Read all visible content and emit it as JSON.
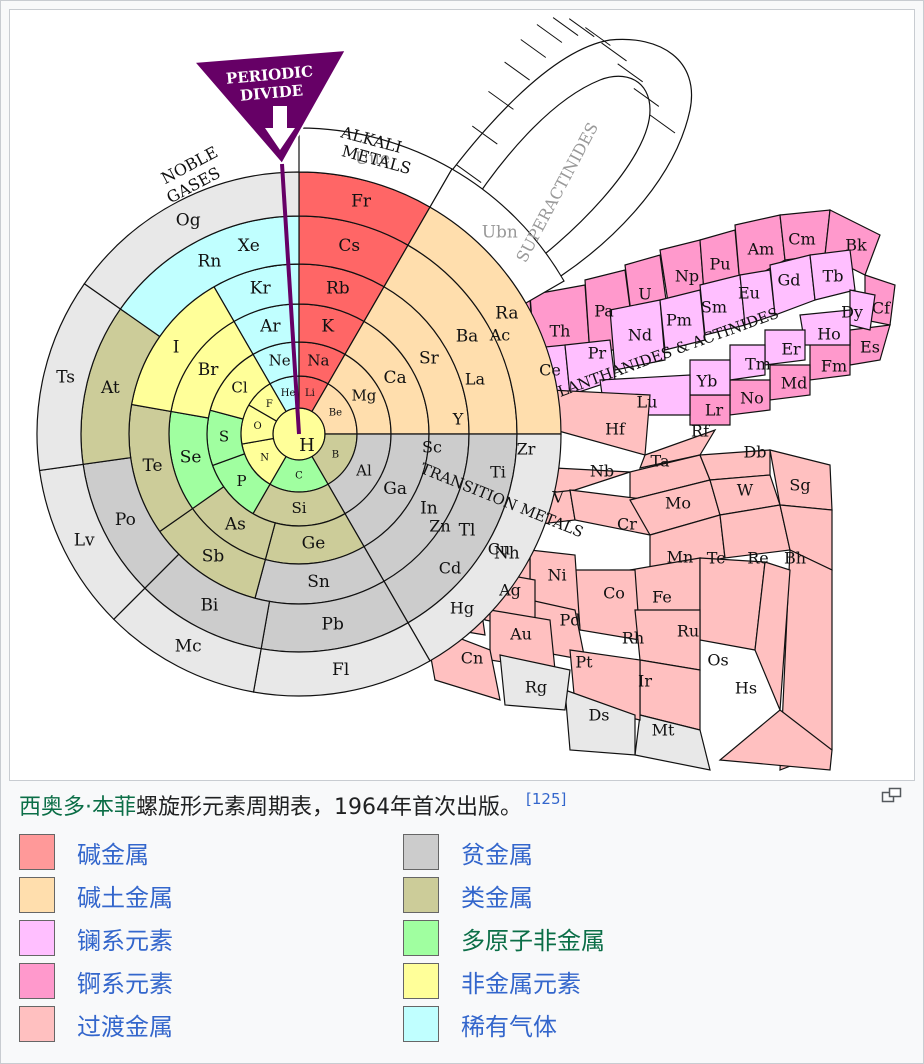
{
  "figure": {
    "labels": {
      "periodic_divide_line1": "PERIODIC",
      "periodic_divide_line2": "DIVIDE",
      "noble_gases_line1": "NOBLE",
      "noble_gases_line2": "GASES",
      "alkali_metals_line1": "ALKALI",
      "alkali_metals_line2": "METALS",
      "superactinides": "SUPERACTINIDES",
      "lanthanides_actinides": "LANTHANIDES & ACTINIDES",
      "transition_metals": "TRANSITION METALS"
    },
    "elements": [
      {
        "symbol": "H",
        "category": "nonmetal"
      },
      {
        "symbol": "He",
        "category": "noble"
      },
      {
        "symbol": "Li",
        "category": "alkali"
      },
      {
        "symbol": "Be",
        "category": "alkaline"
      },
      {
        "symbol": "B",
        "category": "metalloid"
      },
      {
        "symbol": "C",
        "category": "polyatomic"
      },
      {
        "symbol": "N",
        "category": "nonmetal"
      },
      {
        "symbol": "O",
        "category": "nonmetal"
      },
      {
        "symbol": "F",
        "category": "nonmetal"
      },
      {
        "symbol": "Ne",
        "category": "noble"
      },
      {
        "symbol": "Na",
        "category": "alkali"
      },
      {
        "symbol": "Mg",
        "category": "alkaline"
      },
      {
        "symbol": "Al",
        "category": "post"
      },
      {
        "symbol": "Si",
        "category": "metalloid"
      },
      {
        "symbol": "P",
        "category": "polyatomic"
      },
      {
        "symbol": "S",
        "category": "polyatomic"
      },
      {
        "symbol": "Cl",
        "category": "nonmetal"
      },
      {
        "symbol": "Ar",
        "category": "noble"
      },
      {
        "symbol": "K",
        "category": "alkali"
      },
      {
        "symbol": "Ca",
        "category": "alkaline"
      },
      {
        "symbol": "Ga",
        "category": "post"
      },
      {
        "symbol": "Ge",
        "category": "metalloid"
      },
      {
        "symbol": "As",
        "category": "metalloid"
      },
      {
        "symbol": "Se",
        "category": "polyatomic"
      },
      {
        "symbol": "Br",
        "category": "nonmetal"
      },
      {
        "symbol": "Kr",
        "category": "noble"
      },
      {
        "symbol": "Rb",
        "category": "alkali"
      },
      {
        "symbol": "Sr",
        "category": "alkaline"
      },
      {
        "symbol": "In",
        "category": "post"
      },
      {
        "symbol": "Sn",
        "category": "post"
      },
      {
        "symbol": "Sb",
        "category": "metalloid"
      },
      {
        "symbol": "Te",
        "category": "metalloid"
      },
      {
        "symbol": "I",
        "category": "nonmetal"
      },
      {
        "symbol": "Xe",
        "category": "noble"
      },
      {
        "symbol": "Cs",
        "category": "alkali"
      },
      {
        "symbol": "Ba",
        "category": "alkaline"
      },
      {
        "symbol": "Tl",
        "category": "post"
      },
      {
        "symbol": "Pb",
        "category": "post"
      },
      {
        "symbol": "Bi",
        "category": "post"
      },
      {
        "symbol": "Po",
        "category": "post"
      },
      {
        "symbol": "At",
        "category": "metalloid"
      },
      {
        "symbol": "Rn",
        "category": "noble"
      },
      {
        "symbol": "Fr",
        "category": "alkali"
      },
      {
        "symbol": "Ra",
        "category": "alkaline"
      },
      {
        "symbol": "Nh",
        "category": "unknown"
      },
      {
        "symbol": "Fl",
        "category": "unknown"
      },
      {
        "symbol": "Mc",
        "category": "unknown"
      },
      {
        "symbol": "Lv",
        "category": "unknown"
      },
      {
        "symbol": "Ts",
        "category": "unknown"
      },
      {
        "symbol": "Og",
        "category": "unknown"
      },
      {
        "symbol": "Uue",
        "category": "blank"
      },
      {
        "symbol": "Ubn",
        "category": "blank"
      },
      {
        "symbol": "Sc",
        "category": "transition"
      },
      {
        "symbol": "Y",
        "category": "transition"
      },
      {
        "symbol": "Ti",
        "category": "transition"
      },
      {
        "symbol": "Zr",
        "category": "transition"
      },
      {
        "symbol": "Hf",
        "category": "transition"
      },
      {
        "symbol": "Rf",
        "category": "transition"
      },
      {
        "symbol": "V",
        "category": "transition"
      },
      {
        "symbol": "Nb",
        "category": "transition"
      },
      {
        "symbol": "Ta",
        "category": "transition"
      },
      {
        "symbol": "Db",
        "category": "transition"
      },
      {
        "symbol": "Cr",
        "category": "transition"
      },
      {
        "symbol": "Mo",
        "category": "transition"
      },
      {
        "symbol": "W",
        "category": "transition"
      },
      {
        "symbol": "Sg",
        "category": "transition"
      },
      {
        "symbol": "Mn",
        "category": "transition"
      },
      {
        "symbol": "Tc",
        "category": "transition"
      },
      {
        "symbol": "Re",
        "category": "transition"
      },
      {
        "symbol": "Bh",
        "category": "transition"
      },
      {
        "symbol": "Fe",
        "category": "transition"
      },
      {
        "symbol": "Ru",
        "category": "transition"
      },
      {
        "symbol": "Os",
        "category": "transition"
      },
      {
        "symbol": "Hs",
        "category": "transition"
      },
      {
        "symbol": "Co",
        "category": "transition"
      },
      {
        "symbol": "Rh",
        "category": "transition"
      },
      {
        "symbol": "Ir",
        "category": "transition"
      },
      {
        "symbol": "Mt",
        "category": "unknown"
      },
      {
        "symbol": "Ni",
        "category": "transition"
      },
      {
        "symbol": "Pd",
        "category": "transition"
      },
      {
        "symbol": "Pt",
        "category": "transition"
      },
      {
        "symbol": "Ds",
        "category": "unknown"
      },
      {
        "symbol": "Cu",
        "category": "transition"
      },
      {
        "symbol": "Ag",
        "category": "transition"
      },
      {
        "symbol": "Au",
        "category": "transition"
      },
      {
        "symbol": "Rg",
        "category": "unknown"
      },
      {
        "symbol": "Zn",
        "category": "transition"
      },
      {
        "symbol": "Cd",
        "category": "transition"
      },
      {
        "symbol": "Hg",
        "category": "transition"
      },
      {
        "symbol": "Cn",
        "category": "transition"
      },
      {
        "symbol": "La",
        "category": "lanthanide"
      },
      {
        "symbol": "Ce",
        "category": "lanthanide"
      },
      {
        "symbol": "Pr",
        "category": "lanthanide"
      },
      {
        "symbol": "Nd",
        "category": "lanthanide"
      },
      {
        "symbol": "Pm",
        "category": "lanthanide"
      },
      {
        "symbol": "Sm",
        "category": "lanthanide"
      },
      {
        "symbol": "Eu",
        "category": "lanthanide"
      },
      {
        "symbol": "Gd",
        "category": "lanthanide"
      },
      {
        "symbol": "Tb",
        "category": "lanthanide"
      },
      {
        "symbol": "Dy",
        "category": "lanthanide"
      },
      {
        "symbol": "Ho",
        "category": "lanthanide"
      },
      {
        "symbol": "Er",
        "category": "lanthanide"
      },
      {
        "symbol": "Tm",
        "category": "lanthanide"
      },
      {
        "symbol": "Yb",
        "category": "lanthanide"
      },
      {
        "symbol": "Lu",
        "category": "lanthanide"
      },
      {
        "symbol": "Ac",
        "category": "actinide"
      },
      {
        "symbol": "Th",
        "category": "actinide"
      },
      {
        "symbol": "Pa",
        "category": "actinide"
      },
      {
        "symbol": "U",
        "category": "actinide"
      },
      {
        "symbol": "Np",
        "category": "actinide"
      },
      {
        "symbol": "Pu",
        "category": "actinide"
      },
      {
        "symbol": "Am",
        "category": "actinide"
      },
      {
        "symbol": "Cm",
        "category": "actinide"
      },
      {
        "symbol": "Bk",
        "category": "actinide"
      },
      {
        "symbol": "Cf",
        "category": "actinide"
      },
      {
        "symbol": "Es",
        "category": "actinide"
      },
      {
        "symbol": "Fm",
        "category": "actinide"
      },
      {
        "symbol": "Md",
        "category": "actinide"
      },
      {
        "symbol": "No",
        "category": "actinide"
      },
      {
        "symbol": "Lr",
        "category": "actinide"
      }
    ],
    "colors": {
      "alkali": "#ff6666",
      "alkaline": "#ffdead",
      "lanthanide": "#ffbfff",
      "actinide": "#ff99cc",
      "transition": "#ffc0c0",
      "post": "#cccccc",
      "metalloid": "#cccc99",
      "polyatomic": "#a0ffa0",
      "nonmetal": "#ffff99",
      "noble": "#c0ffff",
      "unknown": "#e8e8e8",
      "blank": "#ffffff",
      "divide": "#660066"
    }
  },
  "caption": {
    "author_link": "西奥多·本菲",
    "text": "螺旋形元素周期表，1964年首次出版。",
    "reference": "[125]"
  },
  "legend": [
    {
      "label": "碱金属",
      "color": "#ff9999",
      "style": "link"
    },
    {
      "label": "贫金属",
      "color": "#cccccc",
      "style": "link"
    },
    {
      "label": "碱土金属",
      "color": "#ffdead",
      "style": "link"
    },
    {
      "label": "类金属",
      "color": "#cccc99",
      "style": "link"
    },
    {
      "label": "镧系元素",
      "color": "#ffbfff",
      "style": "link"
    },
    {
      "label": "多原子非金属",
      "color": "#a0ffa0",
      "style": "green"
    },
    {
      "label": "锕系元素",
      "color": "#ff99cc",
      "style": "link"
    },
    {
      "label": "非金属元素",
      "color": "#ffff99",
      "style": "link"
    },
    {
      "label": "过渡金属",
      "color": "#ffc0c0",
      "style": "link"
    },
    {
      "label": "稀有气体",
      "color": "#c0ffff",
      "style": "link"
    }
  ]
}
